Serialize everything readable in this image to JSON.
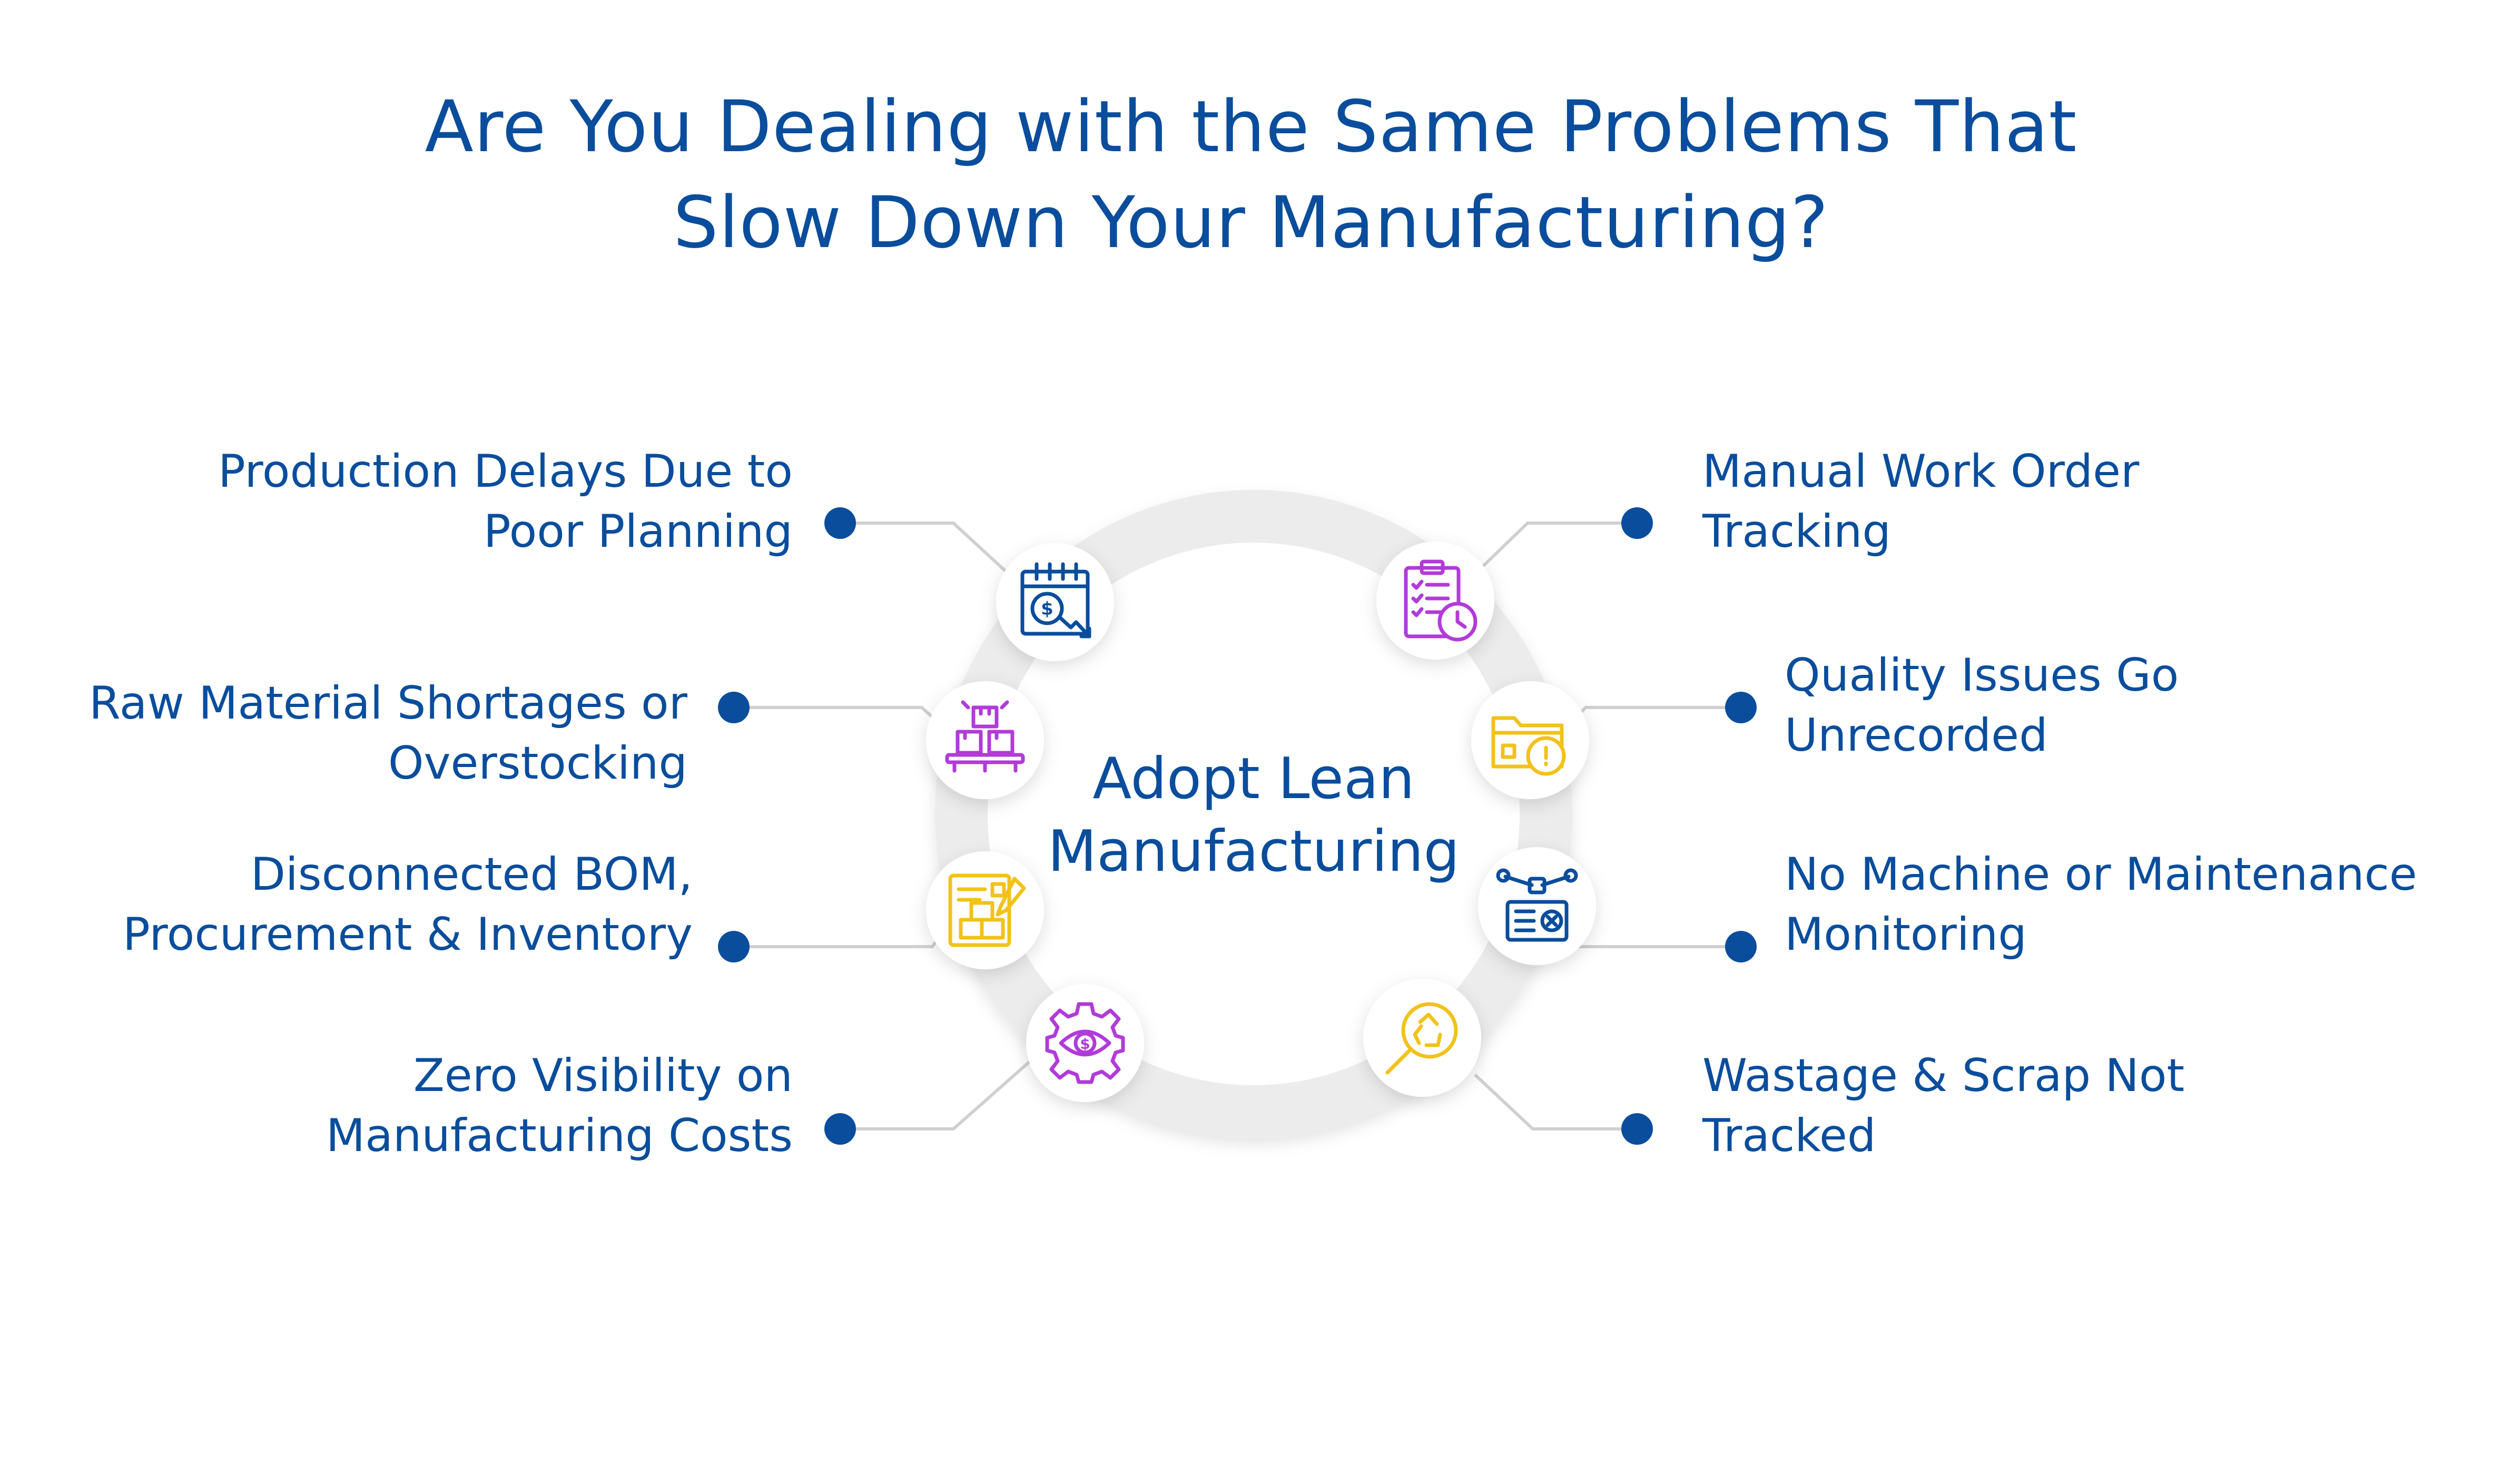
{
  "title": {
    "line1": "Are You Dealing with the Same Problems That",
    "line2": "Slow Down Your Manufacturing?"
  },
  "center": {
    "line1": "Adopt Lean",
    "line2": "Manufacturing"
  },
  "problems": [
    {
      "line1": "Production Delays Due to",
      "line2": "Poor Planning",
      "icon": "calendar-dollar-icon",
      "color": "#0a4d9c"
    },
    {
      "line1": "Raw Material Shortages or",
      "line2": "Overstocking",
      "icon": "stacked-boxes-icon",
      "color": "#b13bd8"
    },
    {
      "line1": "Disconnected BOM,",
      "line2": "Procurement & Inventory",
      "icon": "clipboard-boxes-icon",
      "color": "#f2c21b"
    },
    {
      "line1": "Zero Visibility on",
      "line2": "Manufacturing Costs",
      "icon": "gear-eye-dollar-icon",
      "color": "#b13bd8"
    },
    {
      "line1": "Manual Work Order",
      "line2": "Tracking",
      "icon": "checklist-clock-icon",
      "color": "#b13bd8"
    },
    {
      "line1": "Quality Issues Go",
      "line2": "Unrecorded",
      "icon": "folder-warning-icon",
      "color": "#f2c21b"
    },
    {
      "line1": "No Machine or Maintenance",
      "line2": "Monitoring",
      "icon": "machine-wrench-icon",
      "color": "#0a4d9c"
    },
    {
      "line1": "Wastage & Scrap Not",
      "line2": "Tracked",
      "icon": "magnifier-recycle-icon",
      "color": "#f2c21b"
    }
  ],
  "colors": {
    "title": "#0a4d9c",
    "ring": "#ececec",
    "connector": "#d0d0d0",
    "dot": "#0a4d9c"
  }
}
